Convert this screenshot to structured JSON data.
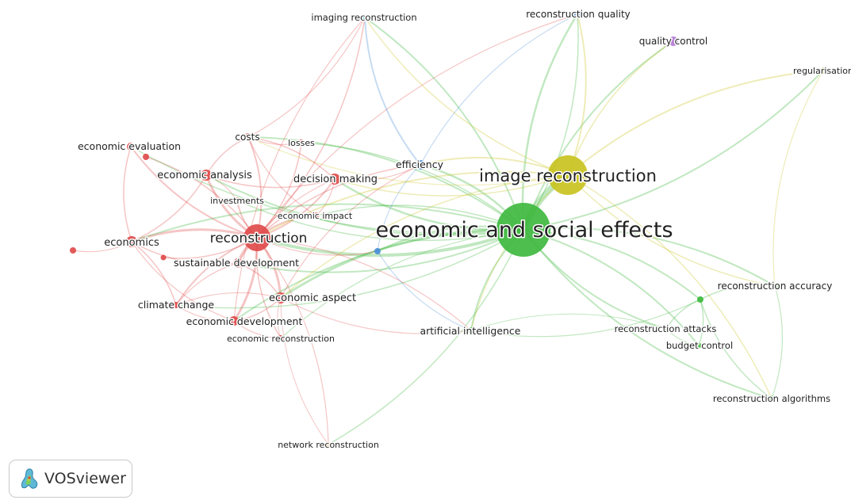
{
  "brand": {
    "name": "VOSviewer",
    "logo_icon": "vosviewer-logo-icon"
  },
  "clusters": {
    "red": "#e04b4b",
    "green": "#3fb93f",
    "yellow": "#c9c321",
    "blue": "#4a8fd8",
    "cyan": "#49c8c8",
    "purple": "#b57bd6",
    "orange": "#e09a33"
  },
  "nodes": [
    {
      "id": "reconstruction",
      "label": "reconstruction",
      "cluster": "red"
    },
    {
      "id": "economics",
      "label": "economics",
      "cluster": "red"
    },
    {
      "id": "economic_evaluation",
      "label": "economic evaluation",
      "cluster": "red"
    },
    {
      "id": "economic_analysis",
      "label": "economic analysis",
      "cluster": "red"
    },
    {
      "id": "costs",
      "label": "costs",
      "cluster": "red"
    },
    {
      "id": "losses",
      "label": "losses",
      "cluster": "red"
    },
    {
      "id": "investments",
      "label": "investments",
      "cluster": "red"
    },
    {
      "id": "decision_making",
      "label": "decision making",
      "cluster": "red"
    },
    {
      "id": "economic_impact",
      "label": "economic impact",
      "cluster": "red"
    },
    {
      "id": "sustainable_development",
      "label": "sustainable development",
      "cluster": "red"
    },
    {
      "id": "economic_aspect",
      "label": "economic aspect",
      "cluster": "red"
    },
    {
      "id": "climate_change",
      "label": "climate change",
      "cluster": "red"
    },
    {
      "id": "economic_development",
      "label": "economic development",
      "cluster": "red"
    },
    {
      "id": "economic_reconstruction",
      "label": "economic reconstruction",
      "cluster": "red"
    },
    {
      "id": "red_small_1",
      "label": "",
      "cluster": "red"
    },
    {
      "id": "red_small_2",
      "label": "",
      "cluster": "red"
    },
    {
      "id": "red_small_3",
      "label": "",
      "cluster": "red"
    },
    {
      "id": "economic_and_social_effects",
      "label": "economic and social effects",
      "cluster": "green"
    },
    {
      "id": "artificial_intelligence",
      "label": "artificial intelligence",
      "cluster": "green"
    },
    {
      "id": "reconstruction_accuracy",
      "label": "reconstruction accuracy",
      "cluster": "green"
    },
    {
      "id": "reconstruction_attacks",
      "label": "reconstruction attacks",
      "cluster": "green"
    },
    {
      "id": "budget_control",
      "label": "budget control",
      "cluster": "green"
    },
    {
      "id": "reconstruction_algorithms",
      "label": "reconstruction algorithms",
      "cluster": "green"
    },
    {
      "id": "green_small_1",
      "label": "",
      "cluster": "green"
    },
    {
      "id": "image_reconstruction",
      "label": "image reconstruction",
      "cluster": "yellow"
    },
    {
      "id": "regularisation",
      "label": "regularisation",
      "cluster": "yellow"
    },
    {
      "id": "efficiency",
      "label": "efficiency",
      "cluster": "blue"
    },
    {
      "id": "reconstruction_quality",
      "label": "reconstruction quality",
      "cluster": "blue"
    },
    {
      "id": "blue_small_1",
      "label": "",
      "cluster": "blue"
    },
    {
      "id": "imaging_reconstruction",
      "label": "imaging reconstruction",
      "cluster": "cyan"
    },
    {
      "id": "quality_control",
      "label": "quality control",
      "cluster": "purple"
    },
    {
      "id": "network_reconstruction",
      "label": "network reconstruction",
      "cluster": "orange"
    }
  ]
}
